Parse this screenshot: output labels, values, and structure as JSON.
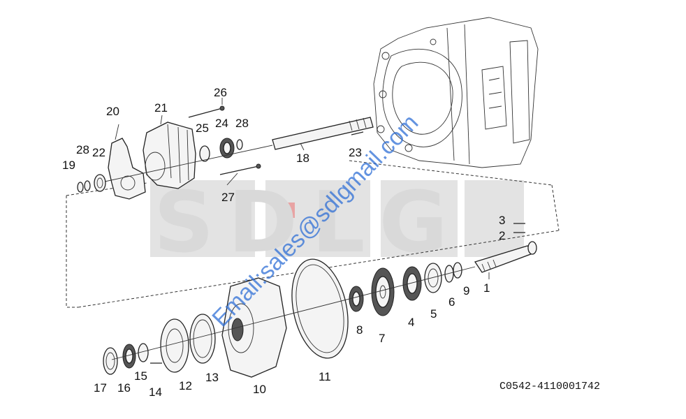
{
  "watermark": {
    "letters": "SDLG",
    "email": "Email:sales@sdlgmail.com"
  },
  "drawing_code": "C0542-4110001742",
  "callouts": [
    {
      "id": "1",
      "label": "1"
    },
    {
      "id": "2",
      "label": "2"
    },
    {
      "id": "3",
      "label": "3"
    },
    {
      "id": "4",
      "label": "4"
    },
    {
      "id": "5",
      "label": "5"
    },
    {
      "id": "6",
      "label": "6"
    },
    {
      "id": "7",
      "label": "7"
    },
    {
      "id": "8",
      "label": "8"
    },
    {
      "id": "9",
      "label": "9"
    },
    {
      "id": "10",
      "label": "10"
    },
    {
      "id": "11",
      "label": "11"
    },
    {
      "id": "12",
      "label": "12"
    },
    {
      "id": "13",
      "label": "13"
    },
    {
      "id": "14",
      "label": "14"
    },
    {
      "id": "15",
      "label": "15"
    },
    {
      "id": "16",
      "label": "16"
    },
    {
      "id": "17",
      "label": "17"
    },
    {
      "id": "18",
      "label": "18"
    },
    {
      "id": "19",
      "label": "19"
    },
    {
      "id": "20",
      "label": "20"
    },
    {
      "id": "21",
      "label": "21"
    },
    {
      "id": "22",
      "label": "22"
    },
    {
      "id": "23",
      "label": "23"
    },
    {
      "id": "24",
      "label": "24"
    },
    {
      "id": "25",
      "label": "25"
    },
    {
      "id": "26",
      "label": "26"
    },
    {
      "id": "27",
      "label": "27"
    },
    {
      "id": "28a",
      "label": "28"
    },
    {
      "id": "28b",
      "label": "28"
    }
  ]
}
